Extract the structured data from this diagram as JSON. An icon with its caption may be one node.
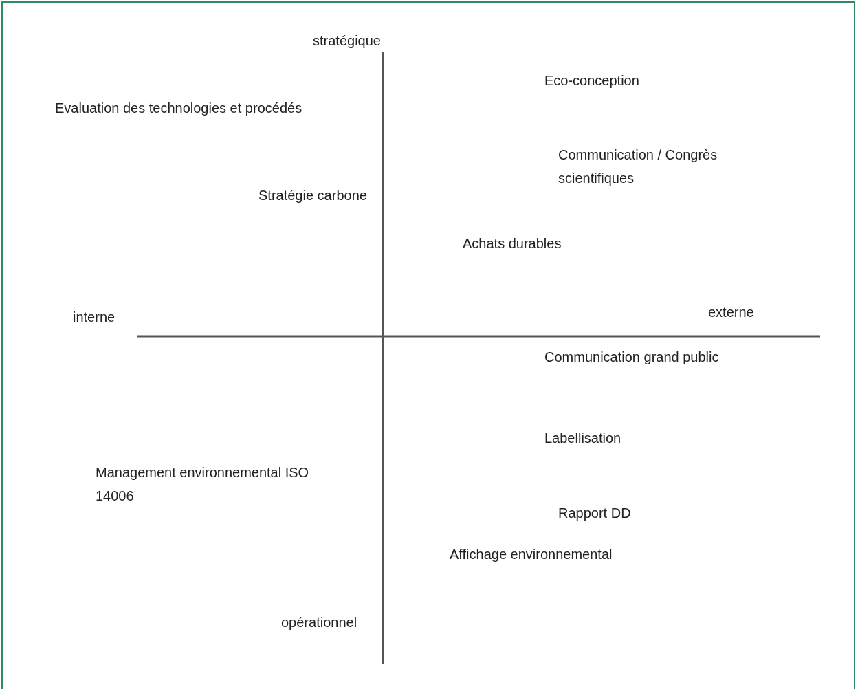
{
  "diagram": {
    "labels": [
      "stratégique",
      "Eco-conception",
      "Evaluation des technologies et procédés",
      "Communication / Congrès scientifiques",
      "Stratégie carbone",
      "Achats durables",
      "externe",
      "interne",
      "Communication grand public",
      "Labellisation",
      "Management environnemental ISO 14006",
      "Rapport DD",
      "Affichage environnemental",
      "opérationnel"
    ]
  }
}
